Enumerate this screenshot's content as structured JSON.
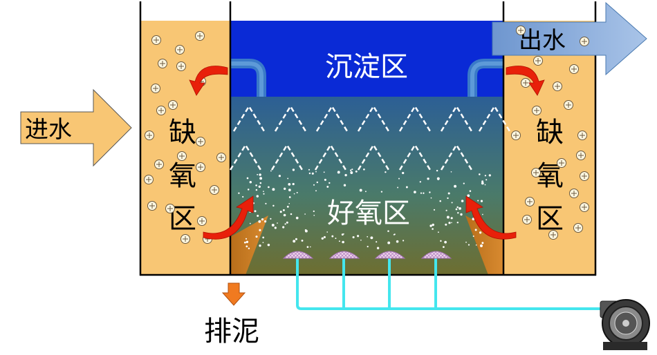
{
  "labels": {
    "inflow": "进水",
    "outflow": "出水",
    "settling_zone": "沉淀区",
    "aerobic_zone": "好氧区",
    "anoxic_zone_left": [
      "缺",
      "氧",
      "区"
    ],
    "anoxic_zone_right": [
      "缺",
      "氧",
      "区"
    ],
    "sludge_discharge": "排泥"
  },
  "colors": {
    "anoxic": "#f8c674",
    "settling": "#0a2ad6",
    "aerobic_top": "#2c5f95",
    "aerobic_bottom": "#6e6e30",
    "hopper": "#c8781e",
    "arrow_in": "#f8c674",
    "arrow_out": "#7fa4d4",
    "air_pipe": "#44e6ee",
    "flow_arrow": "#e8200a",
    "sludge_arrow": "#f07a20"
  },
  "icons": {
    "blower": "blower-fan-icon",
    "diffuser": "air-diffuser-icon",
    "bubble": "air-bubble-icon"
  }
}
